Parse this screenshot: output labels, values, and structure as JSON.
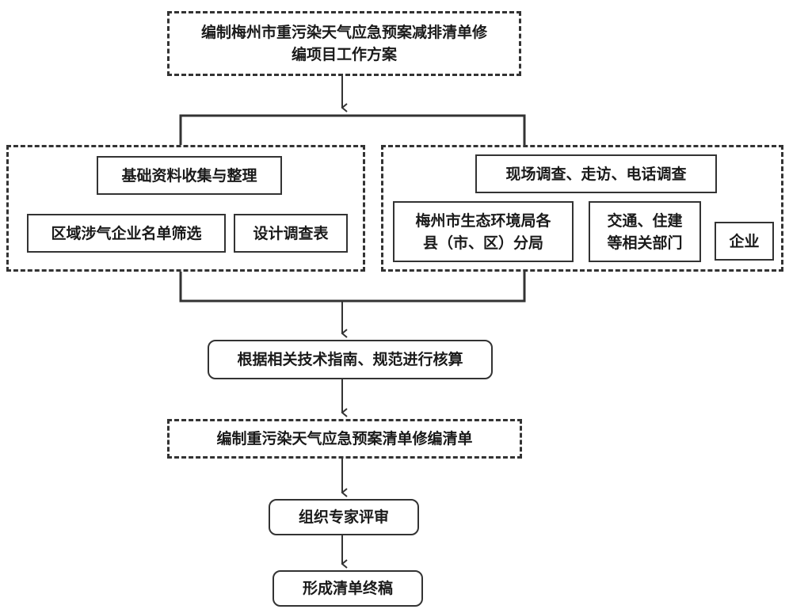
{
  "nodes": {
    "top": "编制梅州市重污染天气应急预案减排清单修\n编项目工作方案",
    "collect": "基础资料收集与整理",
    "screen": "区域涉气企业名单筛选",
    "design": "设计调查表",
    "survey": "现场调查、走访、电话调查",
    "eco_bureau": "梅州市生态环境局各\n县（市、区）分局",
    "transport": "交通、住建\n等相关部门",
    "enterprise": "企业",
    "accounting": "根据相关技术指南、规范进行核算",
    "compile": "编制重污染天气应急预案清单修编清单",
    "review": "组织专家评审",
    "final": "形成清单终稿"
  },
  "colors": {
    "line": "#333333",
    "background": "#ffffff"
  }
}
